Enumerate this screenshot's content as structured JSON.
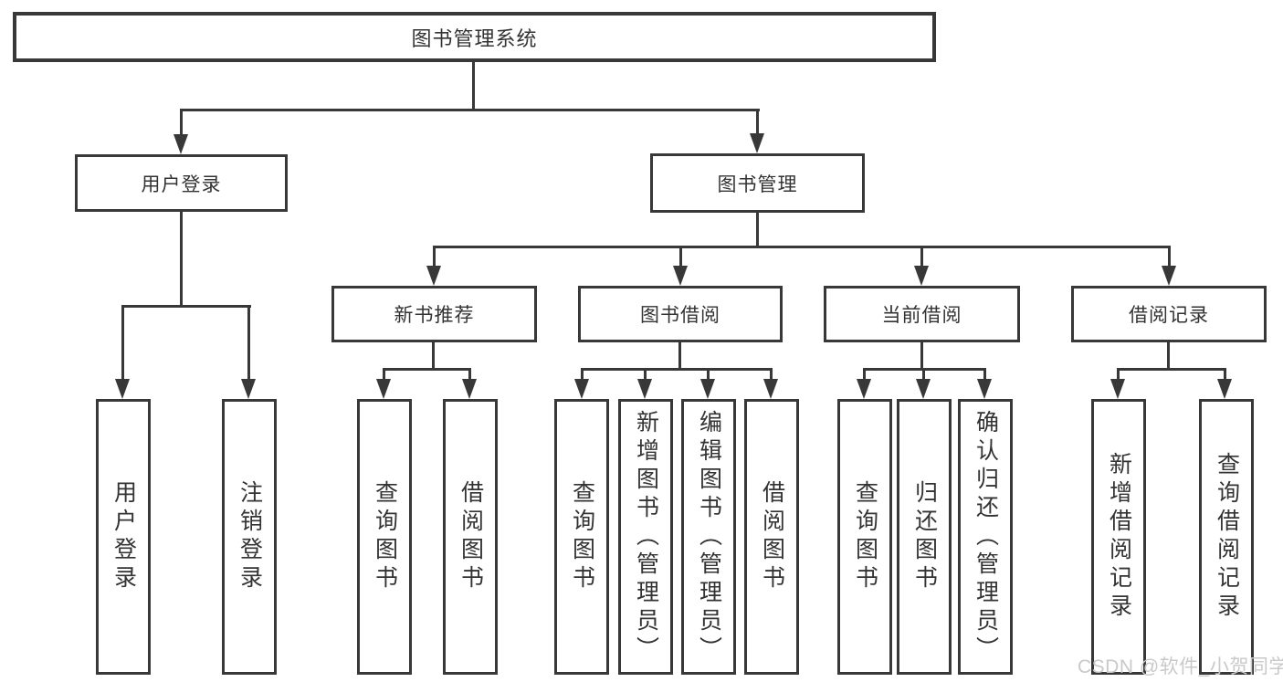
{
  "diagram_title": "图书管理系统",
  "colors": {
    "line": "#383838",
    "text": "#333333",
    "watermark": "#c9c9c9",
    "background": "#ffffff"
  },
  "nodes": {
    "root": "图书管理系统",
    "level2": [
      "用户登录",
      "图书管理"
    ],
    "level3": [
      "新书推荐",
      "图书借阅",
      "当前借阅",
      "借阅记录"
    ]
  },
  "leaves": {
    "login": [
      "用户登录",
      "注销登录"
    ],
    "new_book": [
      "查询图书",
      "借阅图书"
    ],
    "book_borrow": [
      "查询图书",
      "新增图书（管理员）",
      "编辑图书（管理员）",
      "借阅图书"
    ],
    "current_borrow": [
      "查询图书",
      "归还图书",
      "确认归还（管理员）"
    ],
    "borrow_records": [
      "新增借阅记录",
      "查询借阅记录"
    ]
  },
  "watermark": "CSDN @软件_小贺同学"
}
